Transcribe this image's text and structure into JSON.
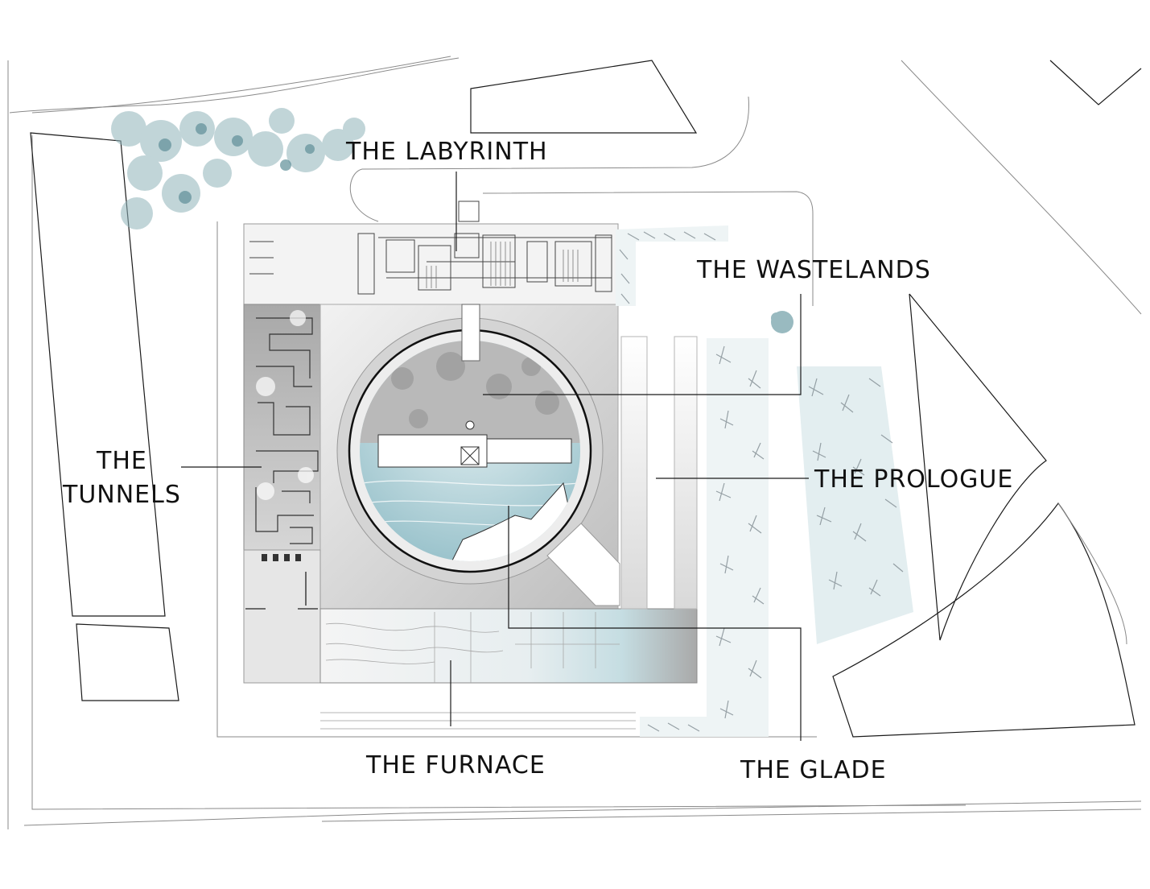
{
  "labels": {
    "labyrinth": "THE LABYRINTH",
    "wastelands": "THE WASTELANDS",
    "tunnels_line1": "THE",
    "tunnels_line2": "TUNNELS",
    "prologue": "THE PROLOGUE",
    "furnace": "THE FURNACE",
    "glade": "THE GLADE"
  },
  "colors": {
    "ink": "#111111",
    "water": "#a9ccd3",
    "tree": "#8fb3ba",
    "stone": "#b9b9b9",
    "bamboo": "#9aa6ac"
  }
}
